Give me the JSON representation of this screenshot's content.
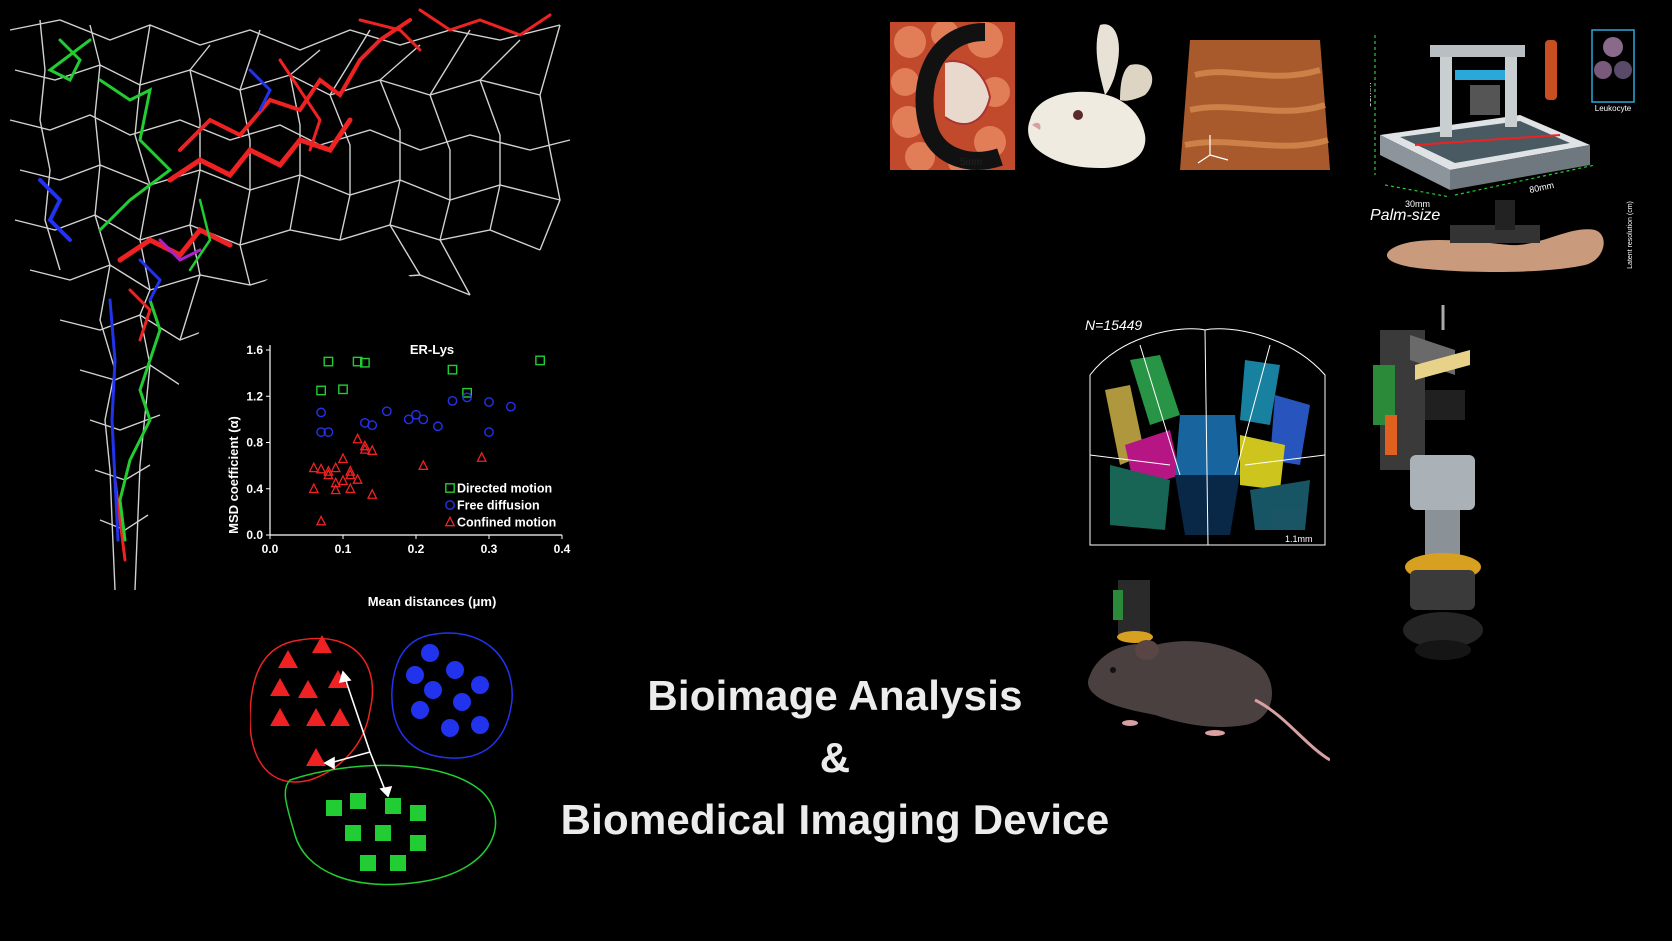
{
  "title": {
    "line1": "Bioimage Analysis",
    "line2": "&",
    "line3": "Biomedical Imaging Device"
  },
  "chart_data": {
    "type": "scatter",
    "title": "ER-Lys",
    "xlabel": "Mean distances (μm)",
    "ylabel": "MSD coefficient (α)",
    "xlim": [
      0.0,
      0.4
    ],
    "ylim": [
      0.0,
      1.6
    ],
    "xticks": [
      "0.0",
      "0.1",
      "0.2",
      "0.3",
      "0.4"
    ],
    "yticks": [
      "0.0",
      "0.4",
      "0.8",
      "1.2",
      "1.6"
    ],
    "legend_position": "bottom-right",
    "series": [
      {
        "name": "Directed motion",
        "marker": "square",
        "color": "#22cc33",
        "points": [
          [
            0.08,
            1.5
          ],
          [
            0.12,
            1.5
          ],
          [
            0.13,
            1.49
          ],
          [
            0.25,
            1.43
          ],
          [
            0.37,
            1.51
          ],
          [
            0.07,
            1.25
          ],
          [
            0.1,
            1.26
          ],
          [
            0.27,
            1.23
          ]
        ]
      },
      {
        "name": "Free diffusion",
        "marker": "circle",
        "color": "#2233ee",
        "points": [
          [
            0.07,
            1.06
          ],
          [
            0.07,
            0.89
          ],
          [
            0.08,
            0.89
          ],
          [
            0.13,
            0.97
          ],
          [
            0.14,
            0.95
          ],
          [
            0.16,
            1.07
          ],
          [
            0.19,
            1.0
          ],
          [
            0.2,
            1.04
          ],
          [
            0.21,
            1.0
          ],
          [
            0.23,
            0.94
          ],
          [
            0.25,
            1.16
          ],
          [
            0.27,
            1.19
          ],
          [
            0.3,
            1.15
          ],
          [
            0.3,
            0.89
          ],
          [
            0.33,
            1.11
          ]
        ]
      },
      {
        "name": "Confined motion",
        "marker": "triangle",
        "color": "#ee2222",
        "points": [
          [
            0.06,
            0.58
          ],
          [
            0.07,
            0.57
          ],
          [
            0.09,
            0.58
          ],
          [
            0.1,
            0.66
          ],
          [
            0.11,
            0.55
          ],
          [
            0.12,
            0.83
          ],
          [
            0.13,
            0.77
          ],
          [
            0.13,
            0.74
          ],
          [
            0.14,
            0.73
          ],
          [
            0.08,
            0.52
          ],
          [
            0.09,
            0.45
          ],
          [
            0.1,
            0.47
          ],
          [
            0.11,
            0.4
          ],
          [
            0.12,
            0.48
          ],
          [
            0.06,
            0.4
          ],
          [
            0.09,
            0.39
          ],
          [
            0.14,
            0.35
          ],
          [
            0.07,
            0.12
          ],
          [
            0.21,
            0.6
          ],
          [
            0.29,
            0.67
          ],
          [
            0.11,
            0.52
          ],
          [
            0.08,
            0.55
          ]
        ]
      }
    ]
  },
  "labels": {
    "palm_size": "Palm-size",
    "n_count": "N=15449",
    "scale_5mm": "5mm",
    "scale_1mm": "1.1mm",
    "dim_68": "68mm",
    "dim_30": "30mm",
    "dim_80": "80mm",
    "leukocyte": "Leukocyte",
    "latent": "Latent resolution (cm)"
  },
  "colors": {
    "directed": "#22cc33",
    "free": "#2233ee",
    "confined": "#ee2222",
    "background": "#000000"
  },
  "icons": {
    "network": "cell-network-trajectories",
    "clusters": "motion-class-clusters",
    "intestine": "intestine-tissue",
    "rabbit": "rabbit-head",
    "tissue": "tissue-3d-volume",
    "device": "palm-size-microscope",
    "brain": "brain-atlas",
    "miniscope": "head-mounted-miniscope",
    "mouse": "mouse-with-miniscope",
    "exploded": "miniscope-exploded-view"
  }
}
